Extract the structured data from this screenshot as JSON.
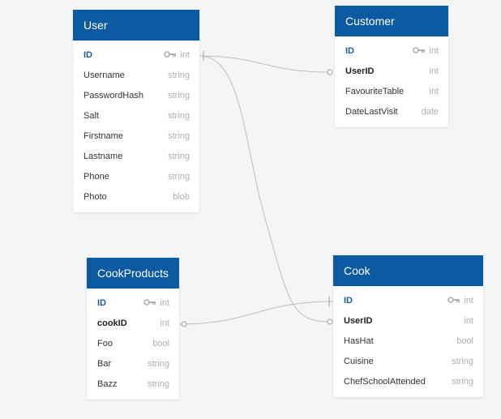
{
  "tables": {
    "user": {
      "title": "User",
      "fields": [
        {
          "name": "ID",
          "type": "int"
        },
        {
          "name": "Username",
          "type": "string"
        },
        {
          "name": "PasswordHash",
          "type": "string"
        },
        {
          "name": "Salt",
          "type": "string"
        },
        {
          "name": "Firstname",
          "type": "string"
        },
        {
          "name": "Lastname",
          "type": "string"
        },
        {
          "name": "Phone",
          "type": "string"
        },
        {
          "name": "Photo",
          "type": "blob"
        }
      ]
    },
    "customer": {
      "title": "Customer",
      "fields": [
        {
          "name": "ID",
          "type": "int"
        },
        {
          "name": "UserID",
          "type": "int"
        },
        {
          "name": "FavouriteTable",
          "type": "int"
        },
        {
          "name": "DateLastVisit",
          "type": "date"
        }
      ]
    },
    "cookproducts": {
      "title": "CookProducts",
      "fields": [
        {
          "name": "ID",
          "type": "int"
        },
        {
          "name": "cookID",
          "type": "int"
        },
        {
          "name": "Foo",
          "type": "bool"
        },
        {
          "name": "Bar",
          "type": "string"
        },
        {
          "name": "Bazz",
          "type": "string"
        }
      ]
    },
    "cook": {
      "title": "Cook",
      "fields": [
        {
          "name": "ID",
          "type": "int"
        },
        {
          "name": "UserID",
          "type": "int"
        },
        {
          "name": "HasHat",
          "type": "bool"
        },
        {
          "name": "Cuisine",
          "type": "string"
        },
        {
          "name": "ChefSchoolAttended",
          "type": "string"
        }
      ]
    }
  },
  "icons": {
    "primary_key": "key-icon"
  },
  "colors": {
    "header_bg": "#0b5aa2",
    "pk_text": "#1d5c96",
    "connector": "#b9bec4",
    "type_text": "#aab0b6",
    "canvas_bg": "#f4f6f6"
  }
}
